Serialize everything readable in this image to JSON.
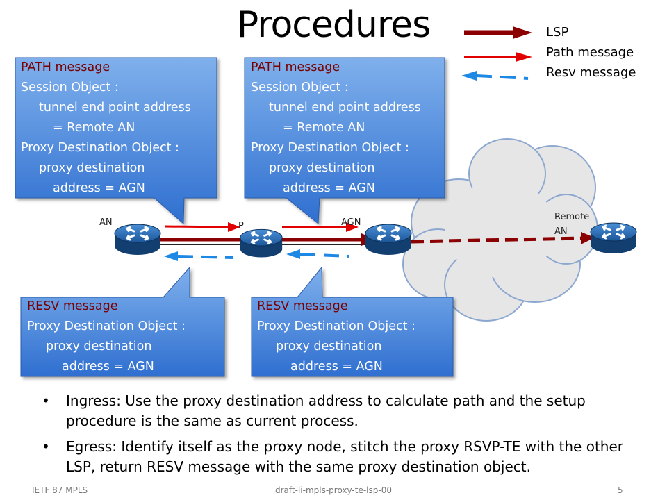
{
  "title": "Procedures",
  "legend": [
    {
      "label": "LSP",
      "color": "#8b0000"
    },
    {
      "label": "Path message",
      "color": "#e00000"
    },
    {
      "label": "Resv message",
      "color": "#1e88e5"
    }
  ],
  "nodes": {
    "an": "AN",
    "p": "P",
    "agn": "AGN",
    "remote_line1": "Remote",
    "remote_line2": "AN"
  },
  "callouts": {
    "path1": {
      "header": "PATH message",
      "lines": [
        "Session Object :",
        "tunnel end point address",
        "= Remote AN",
        "Proxy Destination Object :",
        "proxy destination",
        "address = AGN"
      ]
    },
    "path2": {
      "header": "PATH message",
      "lines": [
        "Session Object :",
        "tunnel end point address",
        "= Remote AN",
        "Proxy Destination Object :",
        "proxy destination",
        "address = AGN"
      ]
    },
    "resv1": {
      "header": "RESV  message",
      "lines": [
        "Proxy Destination Object :",
        "proxy destination",
        "address = AGN"
      ]
    },
    "resv2": {
      "header": "RESV  message",
      "lines": [
        "Proxy Destination Object :",
        "proxy destination",
        "address = AGN"
      ]
    }
  },
  "bullets": [
    "Ingress: Use the proxy destination address to calculate path and the setup procedure is the same as current process.",
    "Egress: Identify itself as the proxy node, stitch the proxy RSVP-TE with the other LSP, return RESV message with the same proxy destination object."
  ],
  "footer": {
    "left": "IETF 87 MPLS",
    "center": "draft-li-mpls-proxy-te-lsp-00",
    "page": "5"
  }
}
